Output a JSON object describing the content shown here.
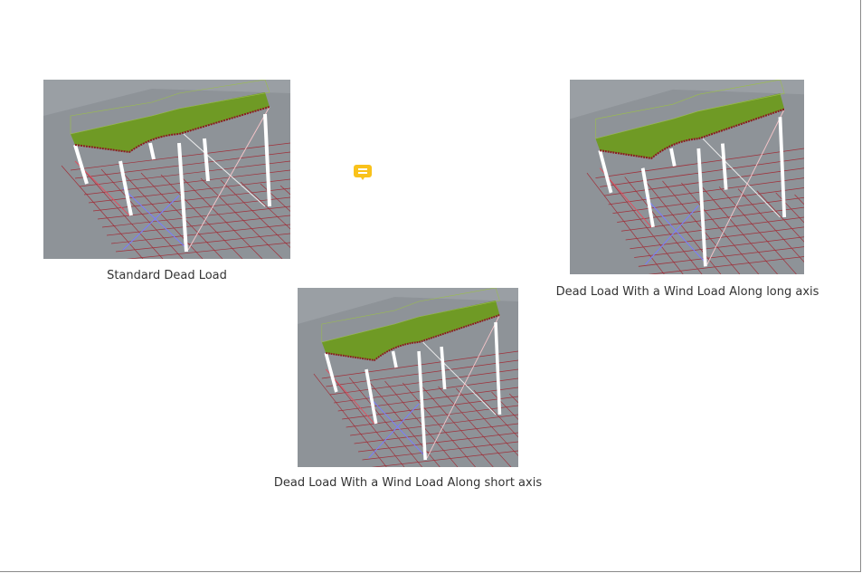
{
  "figures": [
    {
      "caption": "Standard Dead Load"
    },
    {
      "caption": "Dead Load With a Wind Load Along long axis"
    },
    {
      "caption": "Dead Load With a Wind Load Along short axis"
    }
  ],
  "comment_icon": "comment-icon",
  "colors": {
    "accent": "#f9c21b",
    "deck": "#6f9a25",
    "grid": "#a0303a",
    "background": "#8e9398"
  }
}
